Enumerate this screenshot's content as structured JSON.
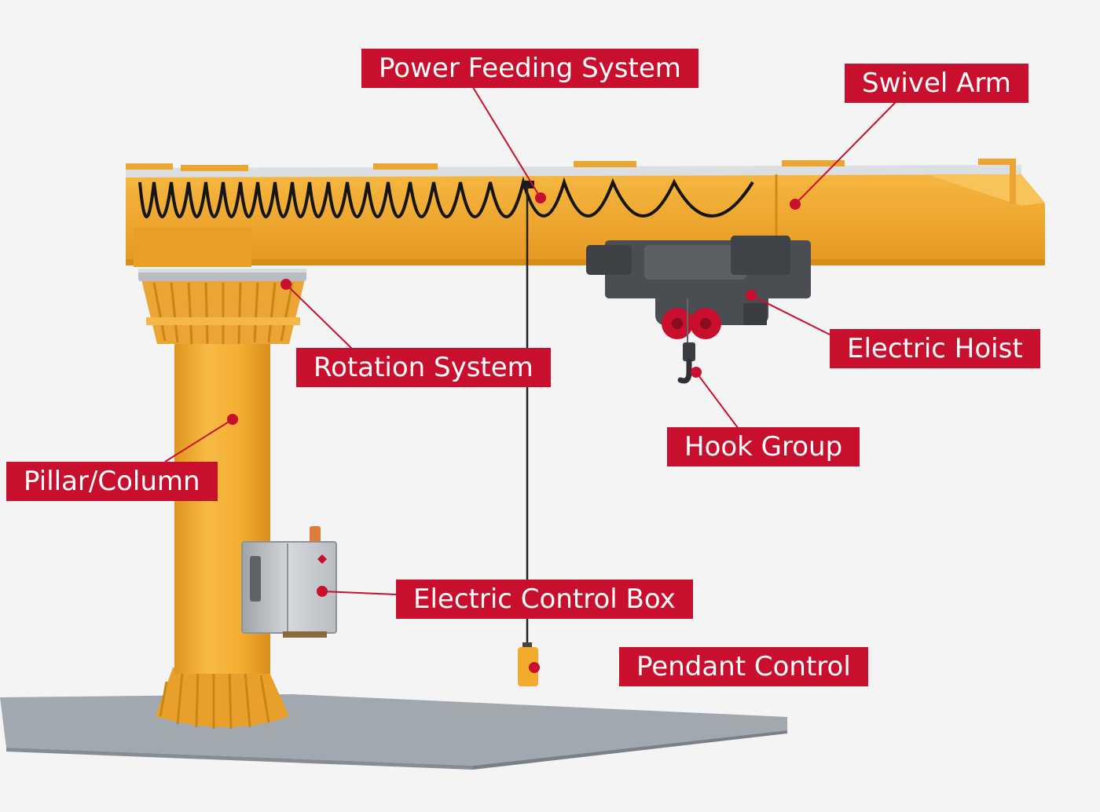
{
  "labels": {
    "power_feeding_system": "Power Feeding System",
    "swivel_arm": "Swivel Arm",
    "rotation_system": "Rotation System",
    "electric_hoist": "Electric Hoist",
    "hook_group": "Hook Group",
    "pillar_column": "Pillar/Column",
    "electric_control_box": "Electric Control Box",
    "pendant_control": "Pendant Control"
  },
  "colors": {
    "label_background": "#c8102e",
    "label_text": "#ffffff",
    "leader_line": "#c8102e",
    "crane_yellow": "#f2ab2c",
    "hoist_gray": "#4a4d52",
    "floor_gray": "#a2a8af"
  }
}
